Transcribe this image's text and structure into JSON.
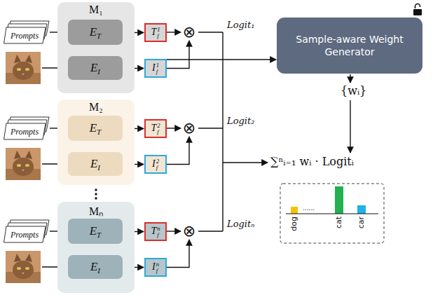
{
  "diagram": {
    "nodes": [
      {
        "text": [
          "Prompts"
        ]
      },
      {
        "text": [
          "M₁"
        ]
      },
      {
        "text": [
          "ET"
        ],
        "in": 1
      },
      {
        "text": [
          "EI"
        ],
        "in": 1
      },
      {
        "text": [
          "Tf1"
        ]
      },
      {
        "text": [
          "If1"
        ]
      },
      {
        "text": [
          "⊗"
        ]
      },
      {
        "text": [
          "Prompts"
        ]
      },
      {
        "text": [
          "M₂"
        ]
      },
      {
        "text": [
          "ET"
        ],
        "in": 8
      },
      {
        "text": [
          "EI"
        ],
        "in": 8
      },
      {
        "text": [
          "Tf2"
        ]
      },
      {
        "text": [
          "If2"
        ]
      },
      {
        "text": [
          "⊗"
        ]
      },
      {
        "text": [
          "Prompts"
        ]
      },
      {
        "text": [
          "Mₙ"
        ]
      },
      {
        "text": [
          "ET"
        ],
        "in": 15
      },
      {
        "text": [
          "EI"
        ],
        "in": 15
      },
      {
        "text": [
          "Tfn"
        ]
      },
      {
        "text": [
          "Ifn"
        ]
      },
      {
        "text": [
          "⊗"
        ]
      },
      {
        "text": [
          "Sample-aware Weight Generator"
        ]
      }
    ],
    "edges": [
      {
        "from": 0,
        "to": 2,
        "arrow": "to"
      },
      {
        "from": 2,
        "to": 4,
        "arrow": "to"
      },
      {
        "from": 3,
        "to": 5,
        "arrow": "to"
      },
      {
        "from": 4,
        "to": 6,
        "arrow": "to"
      },
      {
        "from": 5,
        "to": 6,
        "arrow": "to"
      },
      {
        "from": 7,
        "to": 9,
        "arrow": "to"
      },
      {
        "from": 9,
        "to": 11,
        "arrow": "to"
      },
      {
        "from": 10,
        "to": 12,
        "arrow": "to"
      },
      {
        "from": 11,
        "to": 13,
        "arrow": "to"
      },
      {
        "from": 12,
        "to": 13,
        "arrow": "to"
      },
      {
        "from": 14,
        "to": 16,
        "arrow": "to"
      },
      {
        "from": 16,
        "to": 18,
        "arrow": "to"
      },
      {
        "from": 17,
        "to": 19,
        "arrow": "to"
      },
      {
        "from": 18,
        "to": 20,
        "arrow": "to"
      },
      {
        "from": 19,
        "to": 20,
        "arrow": "to"
      },
      {
        "from": 5,
        "to": 21,
        "arrow": "to"
      }
    ],
    "labels": [
      "Logit₁",
      "Logit₂",
      "Logitₙ",
      "{wᵢ}",
      "∑ⁿᵢ₌₁ wᵢ · Logitᵢ",
      "dog",
      "......",
      "cat",
      "car"
    ]
  }
}
